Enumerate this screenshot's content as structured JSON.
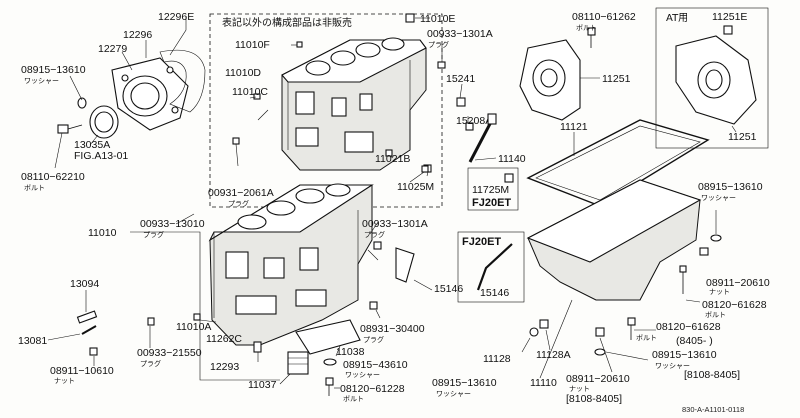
{
  "note_jp": "表記以外の構成部品は非販売",
  "at_title": "AT用",
  "footer_code": "830-A-A1101-0118",
  "labels": {
    "p12296E": "12296E",
    "p12296": "12296",
    "p12279": "12279",
    "p08915_13610a": "08915−13610",
    "washer_a": "ワッシャー",
    "p13035A": "13035A",
    "fig": "FIG.A13-01",
    "p08110_62210": "08110−62210",
    "bolt_a": "ボルト",
    "p11010D": "11010D",
    "p11010F": "11010F",
    "p11010C": "11010C",
    "p11010E": "11010E",
    "p00933_1301A_top": "00933−1301A",
    "plug_top": "プラグ",
    "p08110_61262": "08110−61262",
    "bolt_top": "ボルト",
    "p11251_a": "11251",
    "p11251E": "11251E",
    "p11251_b": "11251",
    "p15241": "15241",
    "p15208A": "15208A",
    "p11021B": "11021B",
    "p11140": "11140",
    "p11121": "11121",
    "p11025M": "11025M",
    "p11725M": "11725M",
    "fj20et_a": "FJ20ET",
    "p00931_2061A": "00931−2061A",
    "plug_b": "プラグ",
    "p11010": "11010",
    "p00933_13010": "00933−13010",
    "plug_c": "プラグ",
    "p00933_1301A_mid": "00933−1301A",
    "plug_d": "プラグ",
    "fj20et_b": "FJ20ET",
    "p15146_a": "15146",
    "p15146_b": "15146",
    "p08915_13610b": "08915−13610",
    "washer_b": "ワッシャー",
    "p08911_20610a": "08911−20610",
    "nut_a": "ナット",
    "p08120_61628a": "08120−61628",
    "bolt_b": "ボルト",
    "p13094": "13094",
    "p13081": "13081",
    "p08911_10610": "08911−10610",
    "nut_b": "ナット",
    "p11010A": "11010A",
    "p11262C": "11262C",
    "p00933_21550": "00933−21550",
    "plug_e": "プラグ",
    "p12293": "12293",
    "p11037": "11037",
    "p08931_30400": "08931−30400",
    "plug_f": "プラグ",
    "p11038": "11038",
    "p08915_43610": "08915−43610",
    "washer_c": "ワッシャー",
    "p08120_61228": "08120−61228",
    "bolt_c": "ボルト",
    "p08915_13610c": "08915−13610",
    "washer_d": "ワッシャー",
    "p11128": "11128",
    "p11128A": "11128A",
    "p11110": "11110",
    "p08911_20610b": "08911−20610",
    "nut_c": "ナット",
    "range_a": "[8108-8405]",
    "p08120_61628b": "08120−61628",
    "bolt_d": "ボルト",
    "range_b": "(8405-       )",
    "p08915_13610e": "08915−13610",
    "washer_e": "ワッシャー",
    "range_c": "[8108-8405]"
  },
  "icons": {
    "plug": "hex-plug-icon",
    "bolt": "bolt-icon",
    "washer": "washer-icon",
    "nut": "nut-icon"
  }
}
